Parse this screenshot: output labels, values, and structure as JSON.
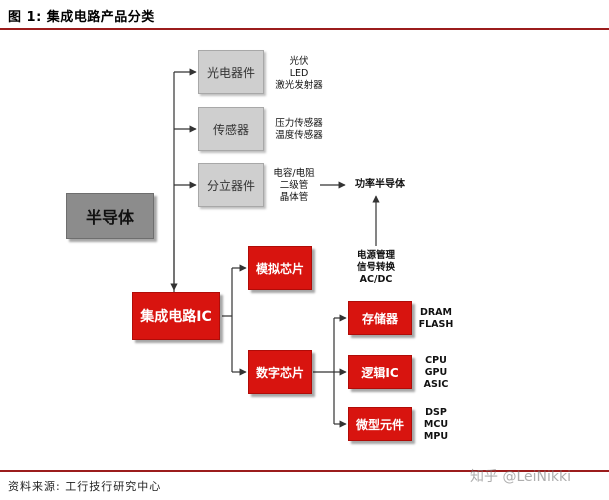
{
  "title": "图 1: 集成电路产品分类",
  "source": "资料来源: 工行技行研究中心",
  "watermark": "知乎 @LeiNikki",
  "nodes": {
    "semiconductor": "半导体",
    "optoelectronic": "光电器件",
    "sensor": "传感器",
    "discrete": "分立器件",
    "ic": "集成电路IC",
    "analog": "模拟芯片",
    "digital": "数字芯片",
    "memory": "存储器",
    "logic": "逻辑IC",
    "micro": "微型元件"
  },
  "notes": {
    "optoelectronic": [
      "光伏",
      "LED",
      "激光发射器"
    ],
    "sensor": [
      "压力传感器",
      "温度传感器"
    ],
    "discrete": [
      "电容/电阻",
      "二级管",
      "晶体管"
    ],
    "power": "功率半导体",
    "analog_funcs": [
      "电源管理",
      "信号转换",
      "AC/DC"
    ],
    "memory": [
      "DRAM",
      "FLASH"
    ],
    "logic": [
      "CPU",
      "GPU",
      "ASIC"
    ],
    "micro": [
      "DSP",
      "MCU",
      "MPU"
    ]
  }
}
